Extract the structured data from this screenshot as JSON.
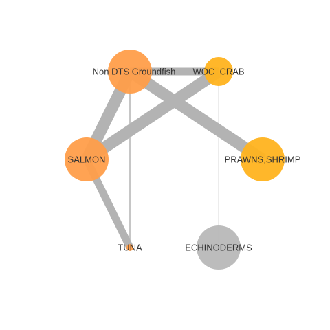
{
  "colors": {
    "edge": "#b3b3b3",
    "node_orange": "#ff9e4a",
    "node_yellow": "#ffb31f",
    "node_gray": "#b8b8b8",
    "label": "#333333"
  },
  "nodes": [
    {
      "id": "groundfish",
      "label": "Non DTS Groundfish",
      "color": "#ff9e4a",
      "size": "large"
    },
    {
      "id": "woc_crab",
      "label": "WOC_CRAB",
      "color": "#ffb31f",
      "size": "small"
    },
    {
      "id": "salmon",
      "label": "SALMON",
      "color": "#ff9e4a",
      "size": "large"
    },
    {
      "id": "prawns",
      "label": "PRAWNS,SHRIMP",
      "color": "#ffb31f",
      "size": "large"
    },
    {
      "id": "tuna",
      "label": "TUNA",
      "color": "#ff9e4a",
      "size": "tiny"
    },
    {
      "id": "echino",
      "label": "ECHINODERMS",
      "color": "#b8b8b8",
      "size": "large"
    }
  ],
  "edges": [
    {
      "source": "groundfish",
      "target": "woc_crab",
      "weight": "thick"
    },
    {
      "source": "groundfish",
      "target": "salmon",
      "weight": "very-thick"
    },
    {
      "source": "groundfish",
      "target": "prawns",
      "weight": "very-thick"
    },
    {
      "source": "groundfish",
      "target": "tuna",
      "weight": "thin"
    },
    {
      "source": "woc_crab",
      "target": "salmon",
      "weight": "very-thick"
    },
    {
      "source": "woc_crab",
      "target": "echino",
      "weight": "hairline"
    },
    {
      "source": "salmon",
      "target": "tuna",
      "weight": "thick"
    }
  ]
}
